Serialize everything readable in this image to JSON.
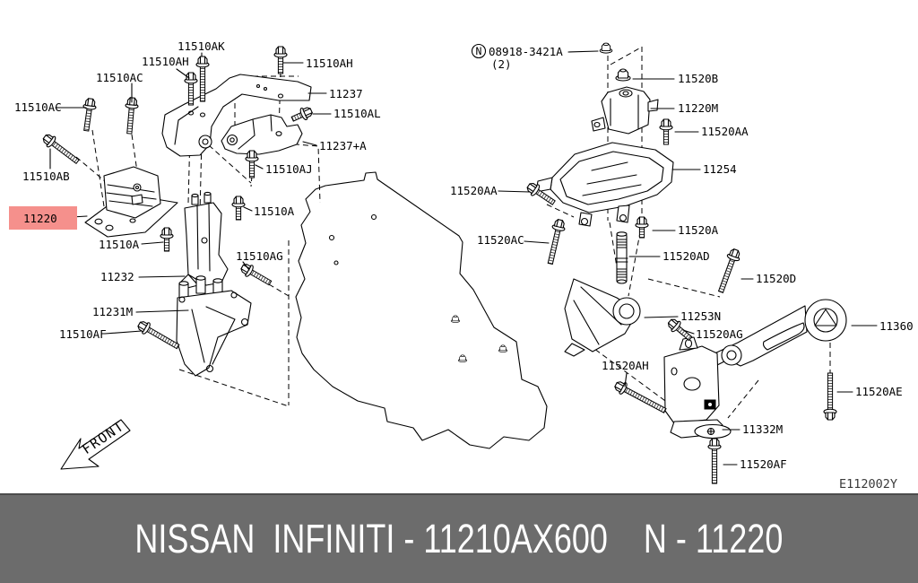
{
  "footer": {
    "text": "NISSAN  INFINITI - 11210AX600    N - 11220"
  },
  "title_block": {
    "diagram_code": "E112002Y"
  },
  "front_marker": "FRONT",
  "fastener_note": {
    "prefix": "N",
    "part": "08918-3421A",
    "qty": "(2)"
  },
  "highlight": {
    "fill": "#f5908c",
    "text_color": "#8b2020"
  },
  "colors": {
    "banner_bg": "#6c6c6c",
    "paper": "#ffffff",
    "line": "#000000"
  },
  "labels": {
    "k11510ak": "11510AK",
    "k11510ah_l": "11510AH",
    "k11510ac_top": "11510AC",
    "k11510ac_left": "11510AC",
    "k11510ah_r": "11510AH",
    "k11237": "11237",
    "k11510al": "11510AL",
    "k11237a": "11237+A",
    "k11510aj": "11510AJ",
    "k11510ab": "11510AB",
    "k11220": "11220",
    "k11510a_mid": "11510A",
    "k11510a_left": "11510A",
    "k11232": "11232",
    "k11510ag_left": "11510AG",
    "k11231m": "11231M",
    "k11510af": "11510AF",
    "k11520b": "11520B",
    "k11220m": "11220M",
    "k11520aa_r": "11520AA",
    "k11254": "11254",
    "k11520aa_l": "11520AA",
    "k11520ac": "11520AC",
    "k11520a": "11520A",
    "k11520ad": "11520AD",
    "k11520d": "11520D",
    "k11253n": "11253N",
    "k11520ag": "11520AG",
    "k11520ah": "11520AH",
    "k11360": "11360",
    "k11520ae": "11520AE",
    "k11332m": "11332M",
    "k11520af": "11520AF"
  }
}
